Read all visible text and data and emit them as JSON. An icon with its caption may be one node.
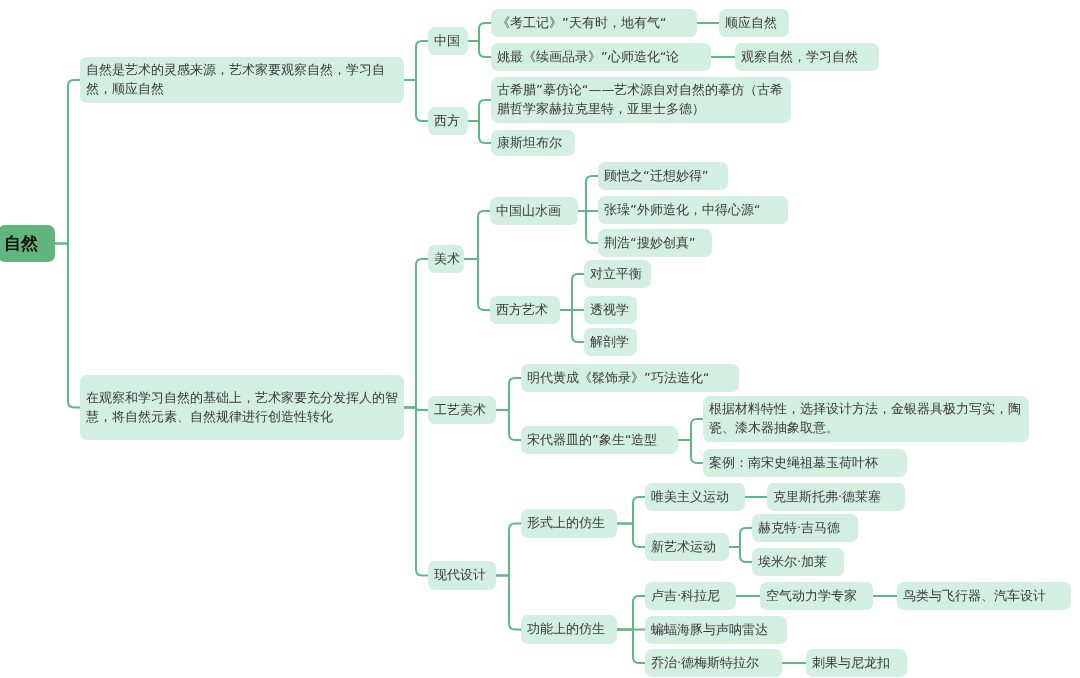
{
  "diagram": {
    "nodes": [
      {
        "text": [
          "自然"
        ]
      },
      {
        "text": [
          "自然是艺术的灵感来源，艺术家要观察自然，学习自然，顺应自然"
        ]
      },
      {
        "text": [
          "中国"
        ]
      },
      {
        "text": [
          "《考工记》”天有时，地有气“"
        ]
      },
      {
        "text": [
          "顺应自然"
        ]
      },
      {
        "text": [
          "姚最《续画品录》”心师造化“论"
        ]
      },
      {
        "text": [
          "观察自然，学习自然"
        ]
      },
      {
        "text": [
          "西方"
        ]
      },
      {
        "text": [
          "古希腊”摹仿论“——艺术源自对自然的摹仿（古希腊哲学家赫拉克里特，亚里士多德）"
        ]
      },
      {
        "text": [
          "康斯坦布尔"
        ]
      },
      {
        "text": [
          "在观察和学习自然的基础上，艺术家要充分发挥人的智慧，将自然元素、自然规律进行创造性转化"
        ]
      },
      {
        "text": [
          "美术"
        ]
      },
      {
        "text": [
          "中国山水画"
        ]
      },
      {
        "text": [
          "顾恺之“迁想妙得”"
        ]
      },
      {
        "text": [
          "张璪”外师造化，中得心源“"
        ]
      },
      {
        "text": [
          "荆浩“搜妙创真”"
        ]
      },
      {
        "text": [
          "西方艺术"
        ]
      },
      {
        "text": [
          "对立平衡"
        ]
      },
      {
        "text": [
          "透视学"
        ]
      },
      {
        "text": [
          "解剖学"
        ]
      },
      {
        "text": [
          "工艺美术"
        ]
      },
      {
        "text": [
          "明代黄成《髹饰录》”巧法造化“"
        ]
      },
      {
        "text": [
          "宋代器皿的”象生“造型"
        ]
      },
      {
        "text": [
          "根据材料特性，选择设计方法，金银器具极力写实，陶瓷、漆木器抽象取意。"
        ]
      },
      {
        "text": [
          "案例：南宋史绳祖墓玉荷叶杯"
        ]
      },
      {
        "text": [
          "现代设计"
        ]
      },
      {
        "text": [
          "形式上的仿生"
        ]
      },
      {
        "text": [
          "唯美主义运动"
        ]
      },
      {
        "text": [
          "克里斯托弗·德莱塞"
        ]
      },
      {
        "text": [
          "新艺术运动"
        ]
      },
      {
        "text": [
          "赫克特·吉马德"
        ]
      },
      {
        "text": [
          "埃米尔·加莱"
        ]
      },
      {
        "text": [
          "功能上的仿生"
        ]
      },
      {
        "text": [
          "卢吉·科拉尼"
        ]
      },
      {
        "text": [
          "空气动力学专家"
        ]
      },
      {
        "text": [
          "鸟类与飞行器、汽车设计"
        ]
      },
      {
        "text": [
          "蝙蝠海豚与声呐雷达"
        ]
      },
      {
        "text": [
          "乔治·德梅斯特拉尔"
        ]
      },
      {
        "text": [
          "刺果与尼龙扣"
        ]
      }
    ],
    "edges": [
      {
        "from": 0,
        "to": 1,
        "arrow": "none"
      },
      {
        "from": 0,
        "to": 10,
        "arrow": "none"
      },
      {
        "from": 1,
        "to": 2,
        "arrow": "none"
      },
      {
        "from": 1,
        "to": 7,
        "arrow": "none"
      },
      {
        "from": 2,
        "to": 3,
        "arrow": "none"
      },
      {
        "from": 2,
        "to": 5,
        "arrow": "none"
      },
      {
        "from": 3,
        "to": 4,
        "arrow": "none"
      },
      {
        "from": 5,
        "to": 6,
        "arrow": "none"
      },
      {
        "from": 7,
        "to": 8,
        "arrow": "none"
      },
      {
        "from": 7,
        "to": 9,
        "arrow": "none"
      },
      {
        "from": 10,
        "to": 11,
        "arrow": "none"
      },
      {
        "from": 10,
        "to": 20,
        "arrow": "none"
      },
      {
        "from": 10,
        "to": 25,
        "arrow": "none"
      },
      {
        "from": 11,
        "to": 12,
        "arrow": "none"
      },
      {
        "from": 11,
        "to": 16,
        "arrow": "none"
      },
      {
        "from": 12,
        "to": 13,
        "arrow": "none"
      },
      {
        "from": 12,
        "to": 14,
        "arrow": "none"
      },
      {
        "from": 12,
        "to": 15,
        "arrow": "none"
      },
      {
        "from": 16,
        "to": 17,
        "arrow": "none"
      },
      {
        "from": 16,
        "to": 18,
        "arrow": "none"
      },
      {
        "from": 16,
        "to": 19,
        "arrow": "none"
      },
      {
        "from": 20,
        "to": 21,
        "arrow": "none"
      },
      {
        "from": 20,
        "to": 22,
        "arrow": "none"
      },
      {
        "from": 22,
        "to": 23,
        "arrow": "none"
      },
      {
        "from": 22,
        "to": 24,
        "arrow": "none"
      },
      {
        "from": 25,
        "to": 26,
        "arrow": "none"
      },
      {
        "from": 25,
        "to": 32,
        "arrow": "none"
      },
      {
        "from": 26,
        "to": 27,
        "arrow": "none"
      },
      {
        "from": 26,
        "to": 29,
        "arrow": "none"
      },
      {
        "from": 27,
        "to": 28,
        "arrow": "none"
      },
      {
        "from": 29,
        "to": 30,
        "arrow": "none"
      },
      {
        "from": 29,
        "to": 31,
        "arrow": "none"
      },
      {
        "from": 32,
        "to": 33,
        "arrow": "none"
      },
      {
        "from": 32,
        "to": 36,
        "arrow": "none"
      },
      {
        "from": 32,
        "to": 37,
        "arrow": "none"
      },
      {
        "from": 33,
        "to": 34,
        "arrow": "none"
      },
      {
        "from": 34,
        "to": 35,
        "arrow": "none"
      },
      {
        "from": 37,
        "to": 38,
        "arrow": "none"
      }
    ]
  }
}
